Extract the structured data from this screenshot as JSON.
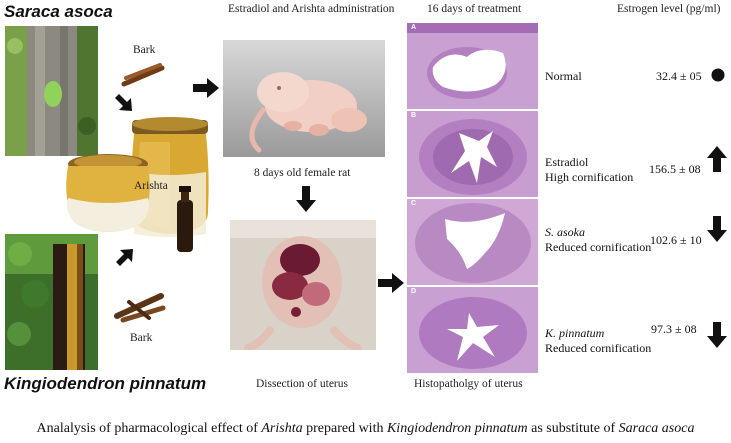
{
  "species": {
    "top": "Saraca asoca",
    "bottom": "Kingiodendron pinnatum"
  },
  "labels": {
    "bark_top": "Bark",
    "bark_bottom": "Bark",
    "arishta": "Arishta",
    "header_administration": "Estradiol and Arishta administration",
    "header_treatment": "16 days of treatment",
    "header_estrogen": "Estrogen level (pg/ml)",
    "rat_caption": "8 days old female rat",
    "dissection_caption": "Dissection of uterus",
    "histopath_caption": "Histopatholgy of uterus"
  },
  "panels": [
    {
      "letter": "A",
      "group": "Normal",
      "group_italic": false,
      "effect": "",
      "estrogen": "32.4 ± 05",
      "indicator": "normal"
    },
    {
      "letter": "B",
      "group": "Estradiol",
      "group_italic": false,
      "effect": "High cornification",
      "estrogen": "156.5 ± 08",
      "indicator": "up"
    },
    {
      "letter": "C",
      "group": "S. asoka",
      "group_italic": true,
      "effect": "Reduced cornification",
      "estrogen": "102.6  ± 10",
      "indicator": "down"
    },
    {
      "letter": "D",
      "group": "K. pinnatum",
      "group_italic": true,
      "effect": "Reduced cornification",
      "estrogen": "97.3  ± 08",
      "indicator": "down"
    }
  ],
  "caption": {
    "p1": "Analalysis of pharmacological effect of ",
    "p2": "Arishta",
    "p3": " prepared with ",
    "p4": "Kingiodendron pinnatum",
    "p5": " as substitute of ",
    "p6": "Saraca asoca"
  },
  "colors": {
    "tree_green": "#3f7a2c",
    "jar_yellow": "#d9a832",
    "rat_pink": "#f1cfc4",
    "stain_purple": "#b47fc0",
    "arrow": "#111111"
  }
}
